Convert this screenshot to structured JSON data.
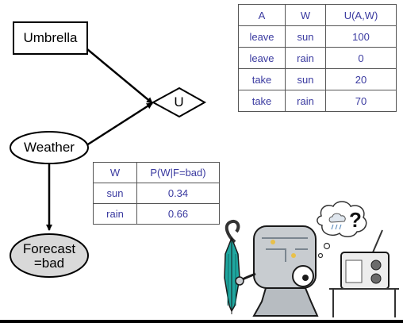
{
  "diagram": {
    "nodes": {
      "umbrella": "Umbrella",
      "utility": "U",
      "weather": "Weather",
      "forecast_line1": "Forecast",
      "forecast_line2": "=bad"
    }
  },
  "utility_table": {
    "headers": [
      "A",
      "W",
      "U(A,W)"
    ],
    "rows": [
      [
        "leave",
        "sun",
        "100"
      ],
      [
        "leave",
        "rain",
        "0"
      ],
      [
        "take",
        "sun",
        "20"
      ],
      [
        "take",
        "rain",
        "70"
      ]
    ]
  },
  "posterior_table": {
    "headers": [
      "W",
      "P(W|F=bad)"
    ],
    "rows": [
      [
        "sun",
        "0.34"
      ],
      [
        "rain",
        "0.66"
      ]
    ]
  },
  "illustration": {
    "question_mark": "?"
  },
  "colors": {
    "table_text": "#3a3aa0",
    "forecast_fill": "#d9d9d9",
    "umbrella_teal": "#1fa7a0",
    "robot_gray": "#c8ccd0"
  }
}
